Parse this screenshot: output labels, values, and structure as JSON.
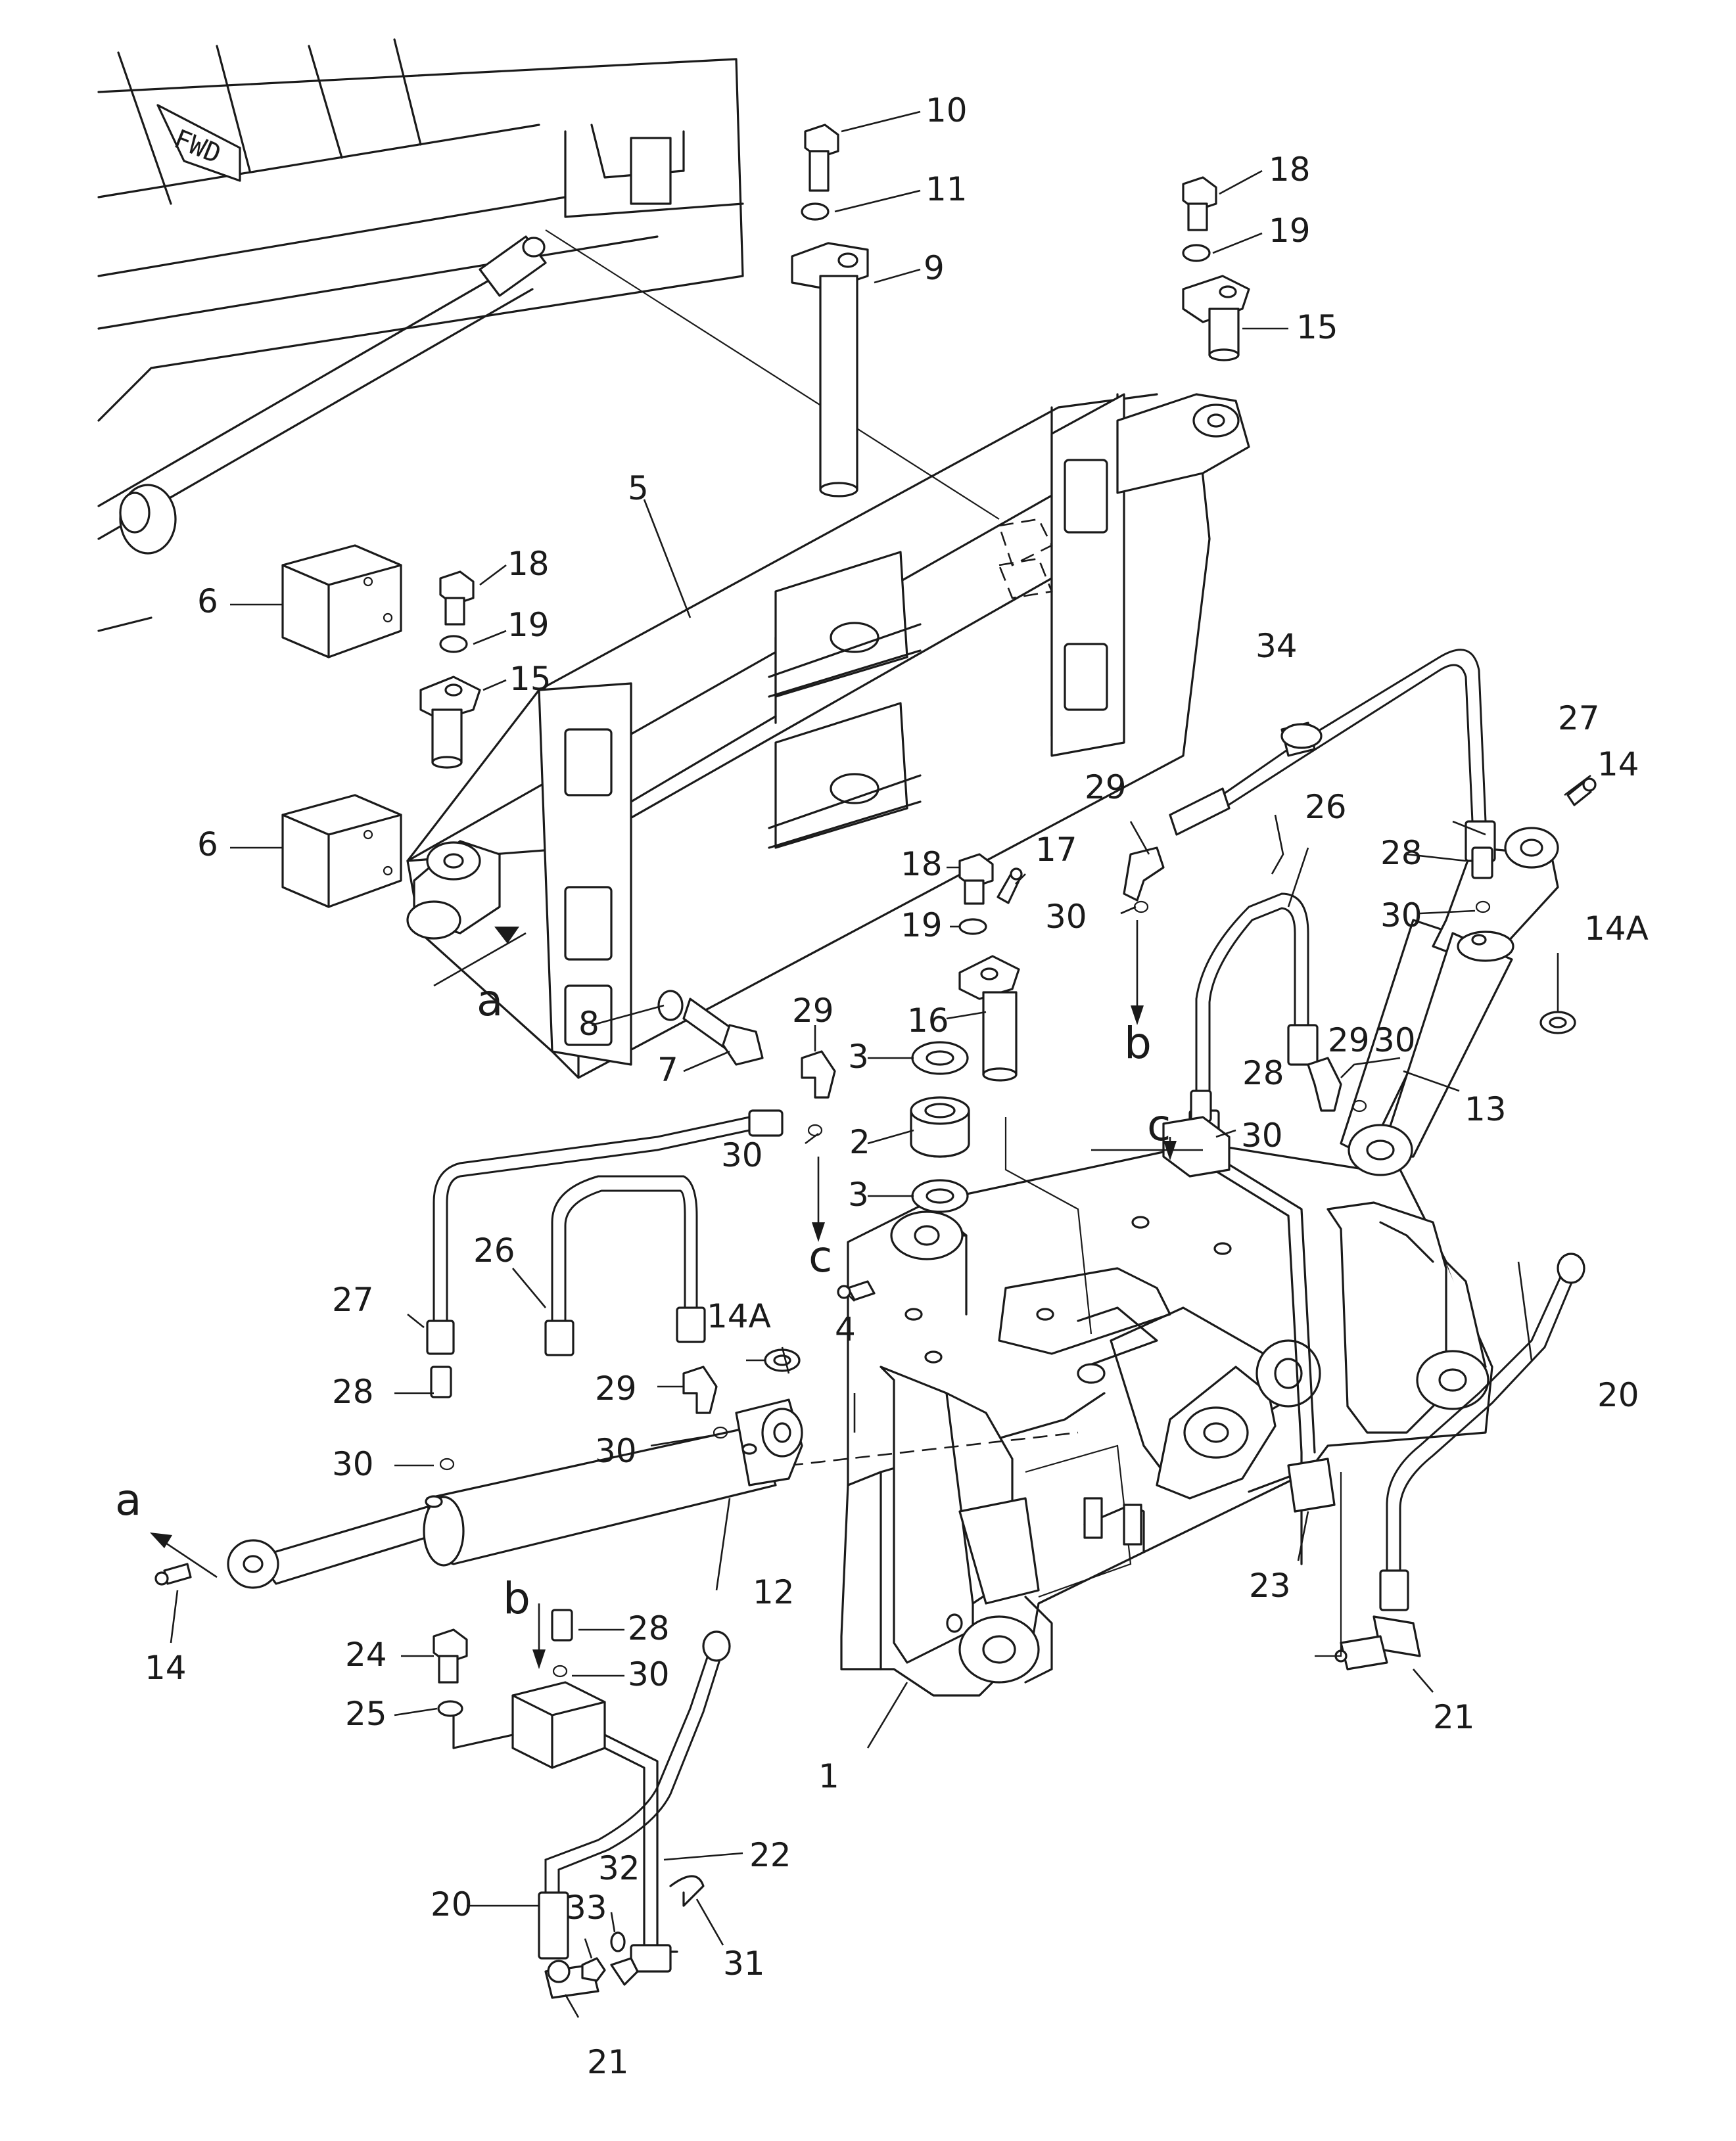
{
  "diagram": {
    "fwd_label": "FWD",
    "callouts": {
      "c1": "1",
      "c2": "2",
      "c3a": "3",
      "c3b": "3",
      "c4": "4",
      "c5": "5",
      "c6a": "6",
      "c6b": "6",
      "c7": "7",
      "c8": "8",
      "c9": "9",
      "c10": "10",
      "c11": "11",
      "c12": "12",
      "c13": "13",
      "c14a": "14",
      "c14b": "14",
      "c14Aa": "14A",
      "c14Ab": "14A",
      "c15a": "15",
      "c15b": "15",
      "c16": "16",
      "c17": "17",
      "c18a": "18",
      "c18b": "18",
      "c18c": "18",
      "c19a": "19",
      "c19b": "19",
      "c19c": "19",
      "c20a": "20",
      "c20b": "20",
      "c21a": "21",
      "c21b": "21",
      "c22": "22",
      "c23": "23",
      "c24": "24",
      "c25": "25",
      "c26a": "26",
      "c26b": "26",
      "c27a": "27",
      "c27b": "27",
      "c28a": "28",
      "c28b": "28",
      "c28c": "28",
      "c28d": "28",
      "c29a": "29",
      "c29b": "29",
      "c29c": "29",
      "c29d": "29",
      "c30a": "30",
      "c30b": "30",
      "c30c": "30",
      "c30d": "30",
      "c30e": "30",
      "c30f": "30",
      "c30g": "30",
      "c30h": "30",
      "c31": "31",
      "c32": "32",
      "c33": "33",
      "c34": "34"
    },
    "refs": {
      "a1": "a",
      "a2": "a",
      "b1": "b",
      "b2": "b",
      "cc1": "c",
      "cc2": "c"
    }
  }
}
